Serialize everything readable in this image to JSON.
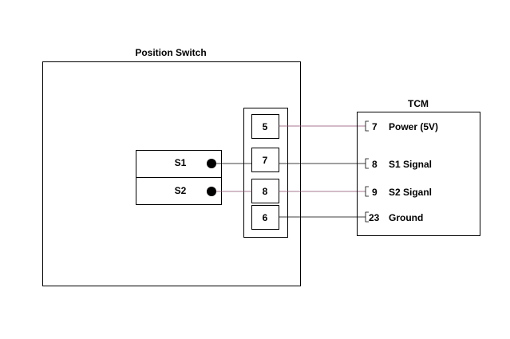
{
  "position_switch": {
    "title": "Position Switch",
    "switches": [
      {
        "label": "S1"
      },
      {
        "label": "S2"
      }
    ],
    "connector_pins": [
      "5",
      "7",
      "8",
      "6"
    ]
  },
  "tcm": {
    "title": "TCM",
    "pins": [
      {
        "number": "7",
        "label": "Power (5V)"
      },
      {
        "number": "8",
        "label": "S1 Signal"
      },
      {
        "number": "9",
        "label": "S2 Siganl"
      },
      {
        "number": "23",
        "label": "Ground"
      }
    ]
  }
}
